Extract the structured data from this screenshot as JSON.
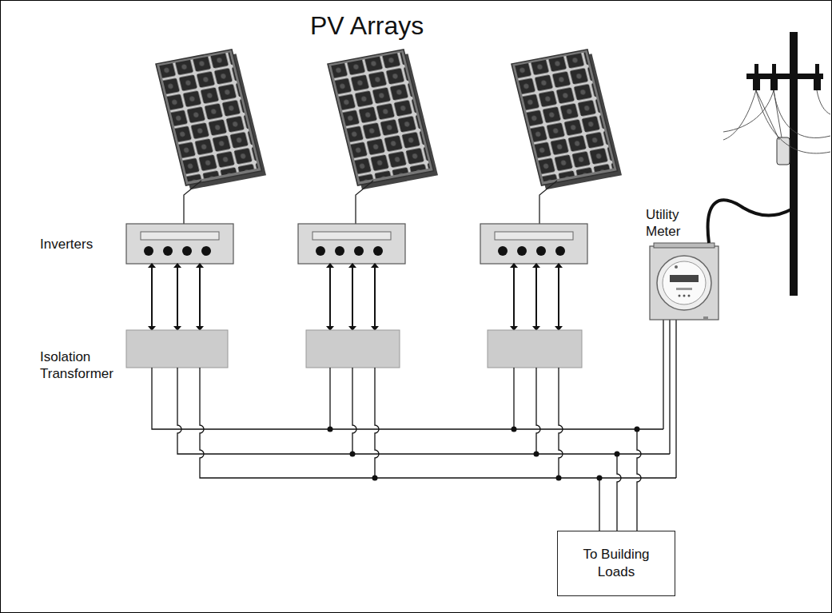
{
  "diagram": {
    "title": "PV Arrays",
    "nodes": [
      {
        "text": [
          "To Building Loads"
        ]
      }
    ],
    "labels": [
      "Inverters",
      "Isolation Transformer",
      "Utility Meter"
    ]
  }
}
